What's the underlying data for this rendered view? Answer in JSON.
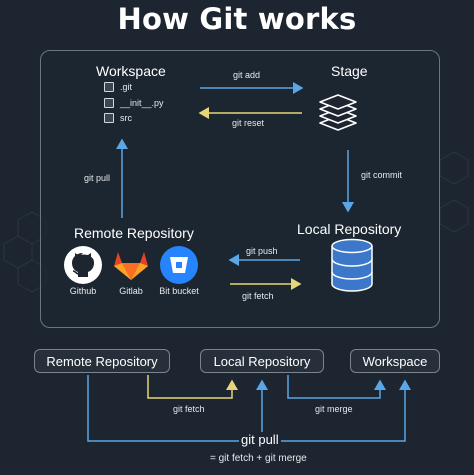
{
  "title": "How Git works",
  "workspace": {
    "title": "Workspace",
    "files": [
      ".git",
      "__init__.py",
      "src"
    ]
  },
  "stage": {
    "title": "Stage"
  },
  "local_repo": {
    "title": "Local Repository"
  },
  "remote_repo": {
    "title": "Remote Repository",
    "providers": [
      {
        "name": "Github",
        "icon": "github-icon"
      },
      {
        "name": "Gitlab",
        "icon": "gitlab-icon"
      },
      {
        "name": "Bit bucket",
        "icon": "bitbucket-icon"
      }
    ]
  },
  "commands": {
    "git_add": "git add",
    "git_reset": "git reset",
    "git_commit": "git commit",
    "git_push": "git push",
    "git_fetch": "git fetch",
    "git_pull": "git pull"
  },
  "bottom": {
    "remote": "Remote Repository",
    "local": "Local Repository",
    "workspace": "Workspace",
    "git_fetch": "git fetch",
    "git_merge": "git merge",
    "git_pull": "git pull",
    "equation": "= git fetch + git merge"
  },
  "colors": {
    "background": "#1c2530",
    "arrow_blue": "#5aa6e6",
    "arrow_yellow": "#e7d679",
    "github": "#ffffff",
    "gitlab": "#fc6d26",
    "bitbucket": "#2684ff",
    "database": "#3b78c9"
  }
}
